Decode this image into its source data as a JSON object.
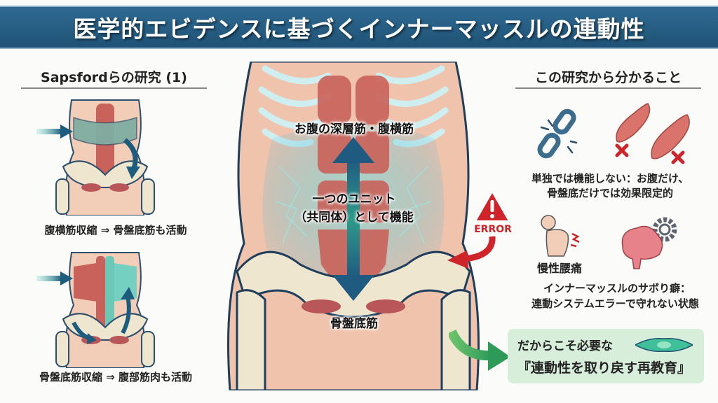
{
  "header": {
    "title": "医学的エビデンスに基づくインナーマッスルの連動性",
    "bg_color": "#255b80"
  },
  "left_panel": {
    "heading": "Sapsfordらの研究 (1)",
    "figures": [
      {
        "caption": "腹横筋収縮 ⇒ 骨盤底筋も活動",
        "highlight": "transversus-abdominis",
        "arrow_direction": "down-to-pelvic-floor"
      },
      {
        "caption": "骨盤底筋収縮 ⇒ 腹部筋肉も活動",
        "highlight": "pelvic-floor",
        "arrow_direction": "up-to-abdomen"
      }
    ]
  },
  "center_panel": {
    "label_top": "お腹の深層筋・腹横筋",
    "label_middle_line1": "一つのユニット",
    "label_middle_line2": "（共同体）として機能",
    "label_bottom": "骨盤底筋",
    "error_badge": "ERROR"
  },
  "right_panel": {
    "heading": "この研究から分かること",
    "finding1_line1": "単独では機能しない：お腹だけ、",
    "finding1_line2": "骨盤底だけでは効果限定的",
    "pain_label": "慢性腰痛",
    "finding2_line1": "インナーマッスルのサボり癖：",
    "finding2_line2": "連動システムエラーで守れない状態",
    "icons": [
      "broken-chain-icon",
      "muscle-x-icon",
      "muscle-x-icon",
      "back-pain-icon",
      "brain-gear-icon"
    ]
  },
  "cta": {
    "line1": "だからこそ必要な",
    "line2": "『連動性を取り戻す再教育』",
    "bg_color": "#d7eedb"
  },
  "colors": {
    "accent_blue": "#1f5a80",
    "teal": "#3fb7b0",
    "error_red": "#d0242b",
    "green_arrow": "#2e9a5a",
    "muscle": "#c9625a"
  }
}
